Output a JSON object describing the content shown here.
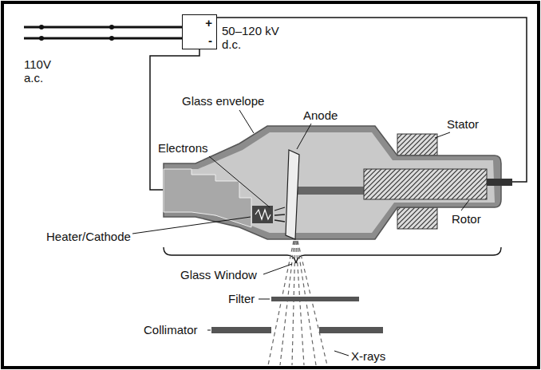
{
  "diagram": {
    "nodes": [
      {
        "text": [
          "+",
          "-"
        ]
      }
    ],
    "labels": [
      "110V a.c.",
      "50–120 kV d.c.",
      "Glass envelope",
      "Anode",
      "Electrons",
      "Stator",
      "Heater/Cathode",
      "Rotor",
      "Glass Window",
      "Filter",
      "Collimator",
      "X-rays"
    ]
  }
}
